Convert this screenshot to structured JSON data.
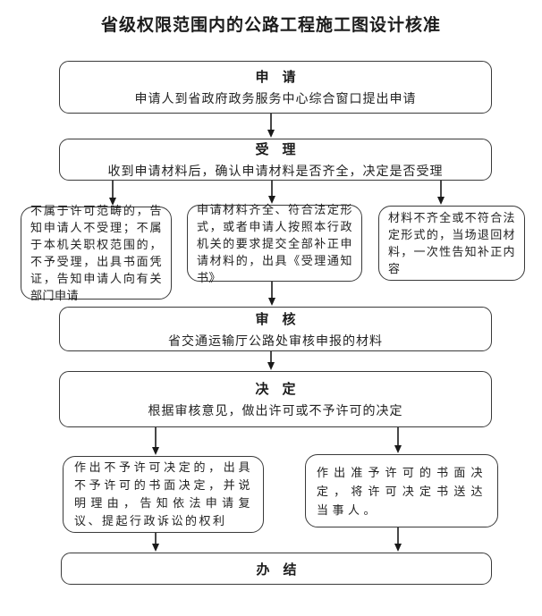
{
  "page": {
    "title": "省级权限范围内的公路工程施工图设计核准"
  },
  "colors": {
    "background": "#ffffff",
    "box_border": "#3a3a3a",
    "text": "#1f1f1f",
    "arrow": "#1a1a1a"
  },
  "nodes": {
    "apply": {
      "title": "申　请",
      "body": "申请人到省政府政务服务中心综合窗口提出申请"
    },
    "accept": {
      "title": "受　理",
      "body": "收到申请材料后，确认申请材料是否齐全，决定是否受理"
    },
    "not_in_scope": {
      "body": "不属于许可范畴的，告知申请人不受理；不属于本机关职权范围的，不予受理，出具书面凭证，告知申请人向有关部门申请"
    },
    "complete": {
      "body": "申请材料齐全、符合法定形式，或者申请人按照本行政机关的要求提交全部补正申请材料的，出具《受理通知书》"
    },
    "incomplete": {
      "body": "材料不齐全或不符合法定形式的，当场退回材料，一次性告知补正内容"
    },
    "review": {
      "title": "审　核",
      "body": "省交通运输厅公路处审核申报的材料"
    },
    "decide": {
      "title": "决　定",
      "body": "根据审核意见，做出许可或不予许可的决定"
    },
    "deny": {
      "body": "作出不予许可决定的，出具不予许可的书面决定，并说明理由，告知依法申请复议、提起行政诉讼的权利"
    },
    "grant": {
      "body": "作出准予许可的书面决定，将许可决定书送达当事人。"
    },
    "done": {
      "title": "办　结"
    }
  }
}
